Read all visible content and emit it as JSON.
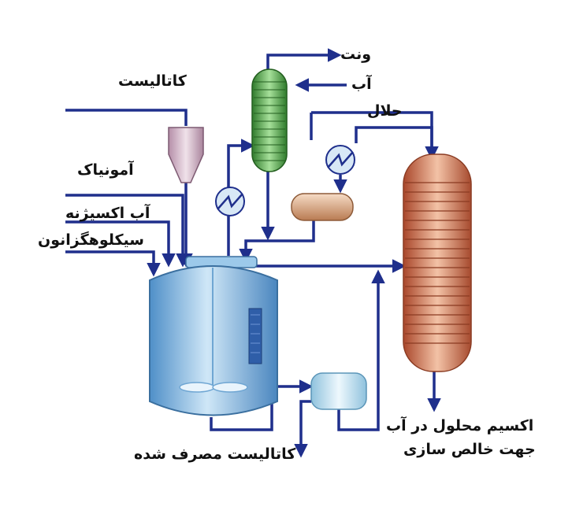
{
  "labels": {
    "vent": "ونت",
    "water": "آب",
    "solvent": "حلال",
    "catalyst": "کاتالیست",
    "ammonia": "آمونیاک",
    "hydrogen_peroxide": "آب اکسیژنه",
    "cyclohexanone": "سیکلوهگزانون",
    "spent_catalyst": "کاتالیست مصرف شده",
    "oxime_line1": "اکسیم محلول در آب",
    "oxime_line2": "جهت خالص سازی"
  },
  "colors": {
    "pipe": "#1f2f8c",
    "reactor": "#8ec1e6",
    "column": "#d27a57",
    "condenser": "#3f9a3a",
    "separator": "#d9a27a",
    "hopper": "#c9a9bf",
    "filter": "#c4e3f2",
    "heat_exchanger": "#d8e8f6"
  }
}
